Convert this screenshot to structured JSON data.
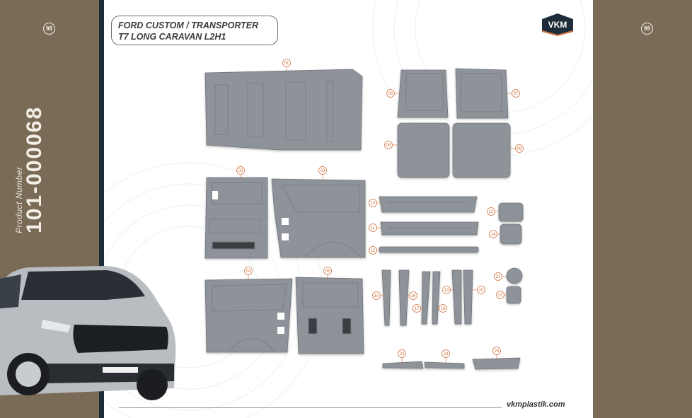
{
  "page": {
    "left_number": "98",
    "right_number": "99"
  },
  "product": {
    "label": "Product Number",
    "number": "101-000068"
  },
  "title": {
    "line1": "FORD CUSTOM / TRANSPORTER",
    "line2": "T7 LONG CARAVAN L2H1"
  },
  "brand": {
    "logo_text": "VKM"
  },
  "footer": {
    "website": "vkmplastik.com"
  },
  "colors": {
    "sidebar": "#7a6b57",
    "divider": "#1f2d3a",
    "part": "#8e9399",
    "callout": "#d0703a"
  },
  "parts": [
    {
      "id": "01"
    },
    {
      "id": "02"
    },
    {
      "id": "03"
    },
    {
      "id": "04"
    },
    {
      "id": "05"
    },
    {
      "id": "06"
    },
    {
      "id": "07"
    },
    {
      "id": "08"
    },
    {
      "id": "09"
    },
    {
      "id": "10"
    },
    {
      "id": "11"
    },
    {
      "id": "12"
    },
    {
      "id": "13"
    },
    {
      "id": "14"
    },
    {
      "id": "15"
    },
    {
      "id": "16"
    },
    {
      "id": "17"
    },
    {
      "id": "18"
    },
    {
      "id": "19"
    },
    {
      "id": "20"
    },
    {
      "id": "21"
    },
    {
      "id": "22"
    },
    {
      "id": "23"
    },
    {
      "id": "24"
    },
    {
      "id": "25"
    }
  ]
}
